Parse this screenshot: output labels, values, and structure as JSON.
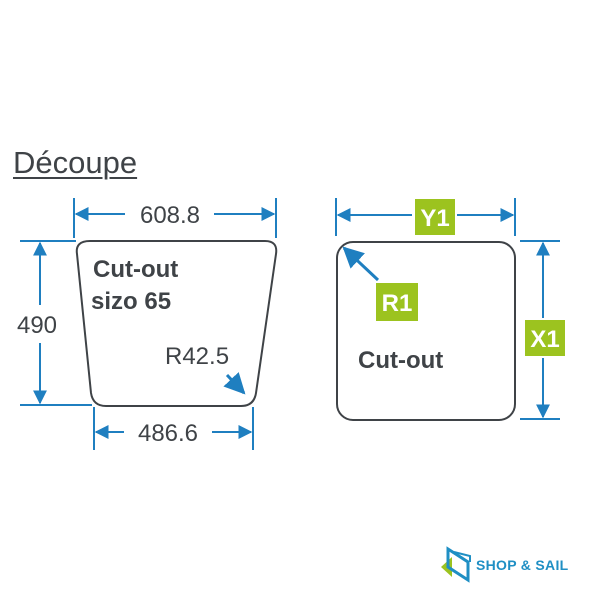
{
  "title": "Découpe",
  "left_shape": {
    "top_width": "608.8",
    "bottom_width": "486.6",
    "height": "490",
    "radius": "R42.5",
    "label_line1": "Cut-out",
    "label_line2": "sizo 65"
  },
  "right_shape": {
    "y_label": "Y1",
    "x_label": "X1",
    "r_label": "R1",
    "label": "Cut-out"
  },
  "logo": {
    "text": "SHOP & SAIL"
  },
  "colors": {
    "dimension_blue": "#1f7fc0",
    "outline": "#3f4347",
    "tag_green": "#9cc31f",
    "text": "#3f4347"
  }
}
